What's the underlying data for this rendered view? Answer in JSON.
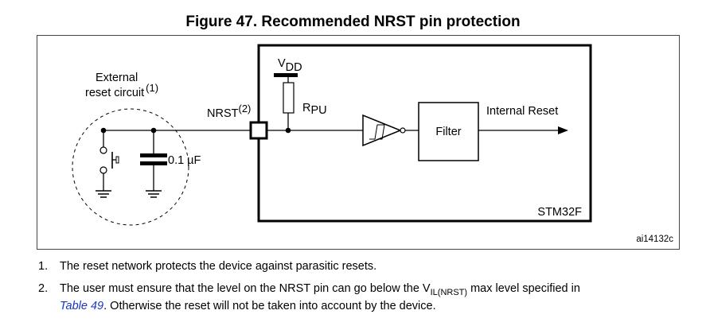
{
  "figure": {
    "title": "Figure 47. Recommended NRST pin protection",
    "code": "ai14132c"
  },
  "diagram": {
    "external_label_line1": "External",
    "external_label_line2": "reset circuit",
    "external_note_ref": "(1)",
    "pin_label": "NRST",
    "pin_note_ref": "(2)",
    "capacitor_label": "0.1 µF",
    "vdd_main": "V",
    "vdd_sub": "DD",
    "rpu_main": "R",
    "rpu_sub": "PU",
    "filter_label": "Filter",
    "internal_reset_label": "Internal Reset",
    "chip_label": "STM32F"
  },
  "notes": [
    {
      "num": "1.",
      "text": "The reset network protects the device against parasitic resets."
    },
    {
      "num": "2.",
      "text_a": "The user must ensure that the level on the NRST pin can go below the V",
      "sub": "IL(NRST)",
      "text_b": " max level specified in",
      "link": "Table 49",
      "text_c": ". Otherwise the reset will not be taken into account by the device."
    }
  ]
}
